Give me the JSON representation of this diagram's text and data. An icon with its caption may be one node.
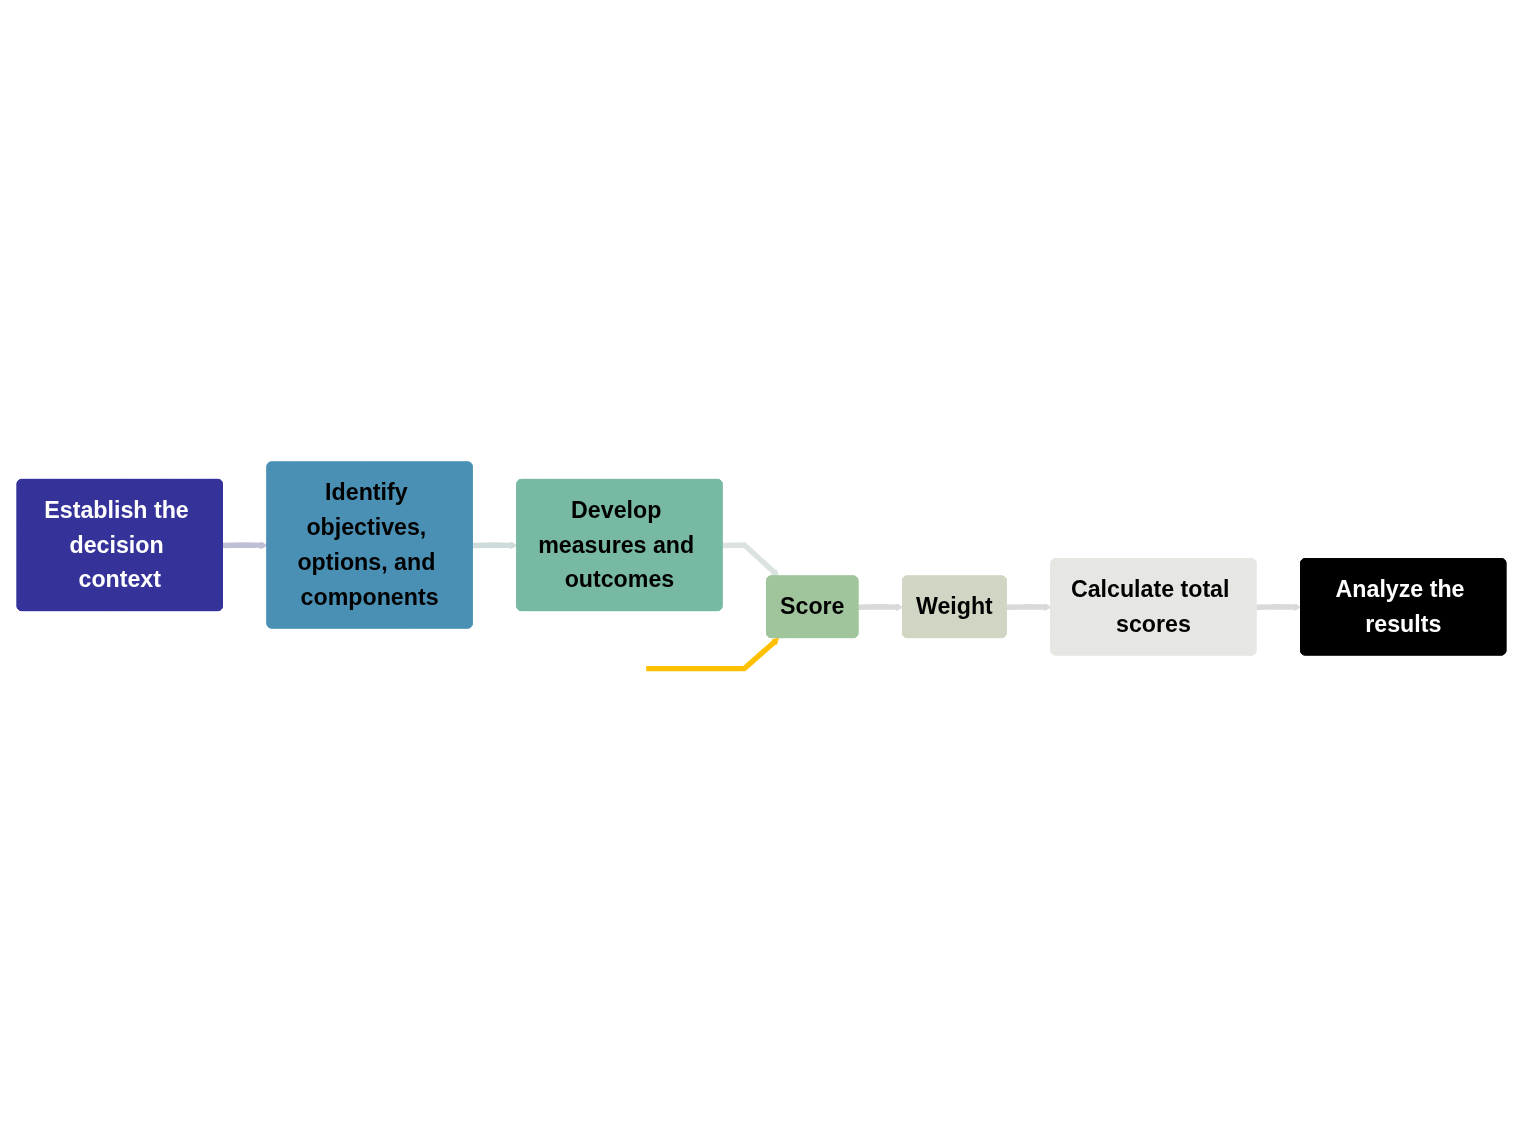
{
  "diagram": {
    "nodes": [
      {
        "text": [
          "Establish the decision context"
        ]
      },
      {
        "text": [
          "Identify objectives, options, and components"
        ]
      },
      {
        "text": [
          "Develop measures and outcomes"
        ]
      },
      {
        "text": [
          "Score"
        ]
      },
      {
        "text": [
          "Weight"
        ]
      },
      {
        "text": [
          "Calculate total scores"
        ]
      },
      {
        "text": [
          "Analyze the results"
        ]
      }
    ],
    "edges": [
      {
        "from": 0,
        "to": 1,
        "arrow": "to",
        "color": "#bfbfd6"
      },
      {
        "from": 1,
        "to": 2,
        "arrow": "to",
        "color": "#cddbdb"
      },
      {
        "from": 2,
        "to": 3,
        "arrow": "to",
        "color": "#dbe3df"
      },
      {
        "from": 3,
        "to": 4,
        "arrow": "to"
      },
      {
        "from": 4,
        "to": 5,
        "arrow": "to"
      },
      {
        "from": 5,
        "to": 6,
        "arrow": "to"
      },
      {
        "from": null,
        "to": 3,
        "arrow": "to",
        "color": "#ffc000"
      }
    ]
  }
}
